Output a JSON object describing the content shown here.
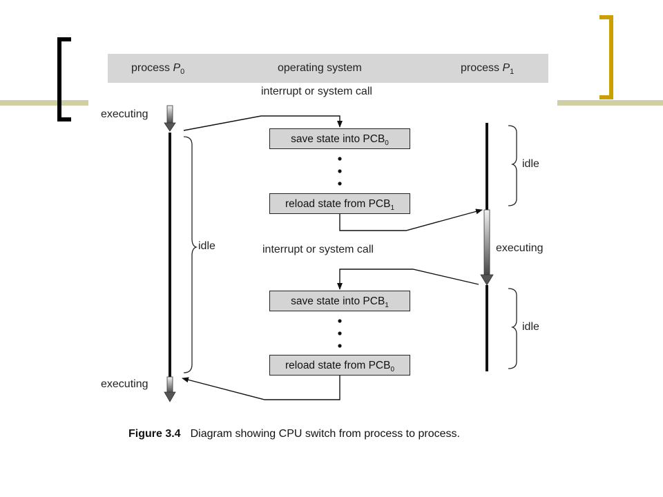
{
  "header": {
    "left_prefix": "process ",
    "left_var": "P",
    "left_sub": "0",
    "center": "operating system",
    "right_prefix": "process ",
    "right_var": "P",
    "right_sub": "1"
  },
  "labels": {
    "interrupt_top": "interrupt or system call",
    "interrupt_mid": "interrupt or system call",
    "p0_executing_top": "executing",
    "p0_executing_bottom": "executing",
    "p0_idle": "idle",
    "p1_idle_top": "idle",
    "p1_executing": "executing",
    "p1_idle_bottom": "idle"
  },
  "boxes": {
    "save0_text": "save state into PCB",
    "save0_sub": "0",
    "reload1_text": "reload state from PCB",
    "reload1_sub": "1",
    "save1_text": "save state into PCB",
    "save1_sub": "1",
    "reload0_text": "reload state from PCB",
    "reload0_sub": "0"
  },
  "caption": {
    "number": "Figure 3.4",
    "text": "Diagram showing CPU switch from process to process."
  },
  "colors": {
    "left_bracket": "#000000",
    "right_bracket": "#c9a000",
    "slide_line": "#c8c8a0"
  }
}
